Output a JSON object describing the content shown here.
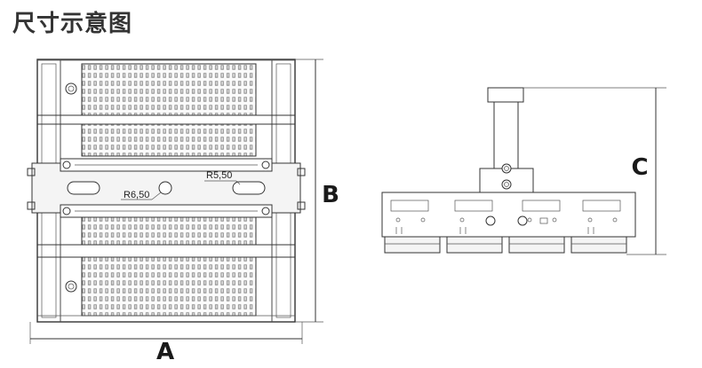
{
  "title": "尺寸示意图",
  "dimensions": {
    "width_label": "A",
    "height_label": "B",
    "depth_label": "C"
  },
  "annotations": {
    "radius_left": "R6,50",
    "radius_right": "R5,50"
  }
}
